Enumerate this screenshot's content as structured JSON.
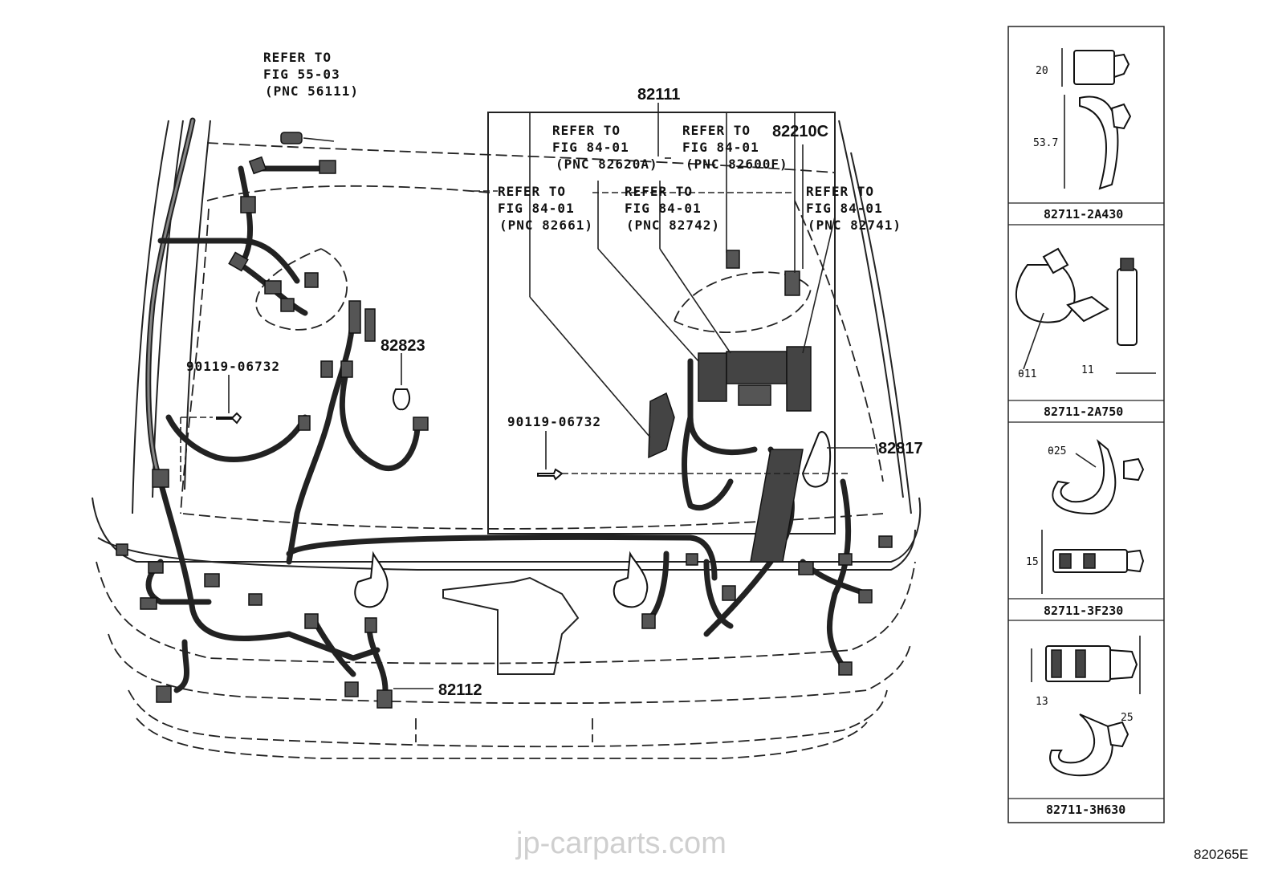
{
  "refer_notes": {
    "fig_55_03": {
      "line1": "REFER TO",
      "line2": "FIG 55-03",
      "line3": "(PNC 56111)"
    },
    "pnc_82620a": {
      "line1": "REFER TO",
      "line2": "FIG 84-01",
      "line3": "(PNC 82620A)"
    },
    "pnc_82600f": {
      "line1": "REFER TO",
      "line2": "FIG 84-01",
      "line3": "(PNC 82600F)"
    },
    "pnc_82661": {
      "line1": "REFER TO",
      "line2": "FIG 84-01",
      "line3": "(PNC 82661)"
    },
    "pnc_82742": {
      "line1": "REFER TO",
      "line2": "FIG 84-01",
      "line3": "(PNC 82742)"
    },
    "pnc_82741": {
      "line1": "REFER TO",
      "line2": "FIG 84-01",
      "line3": "(PNC 82741)"
    }
  },
  "part_labels": {
    "p82111": "82111",
    "p82210c": "82210C",
    "p82823": "82823",
    "p90119_left": "90119-06732",
    "p90119_right": "90119-06732",
    "p82817": "82817",
    "p82112": "82112"
  },
  "clip_panels": [
    {
      "part_no": "82711-2A430",
      "dims": [
        "20",
        "53.7"
      ]
    },
    {
      "part_no": "82711-2A750",
      "dims": [
        "θ11",
        "11"
      ]
    },
    {
      "part_no": "82711-3F230",
      "dims": [
        "θ25",
        "15"
      ]
    },
    {
      "part_no": "82711-3H630",
      "dims": [
        "13",
        "25"
      ]
    }
  ],
  "figure_code": "820265E",
  "watermark": "jp-carparts.com"
}
